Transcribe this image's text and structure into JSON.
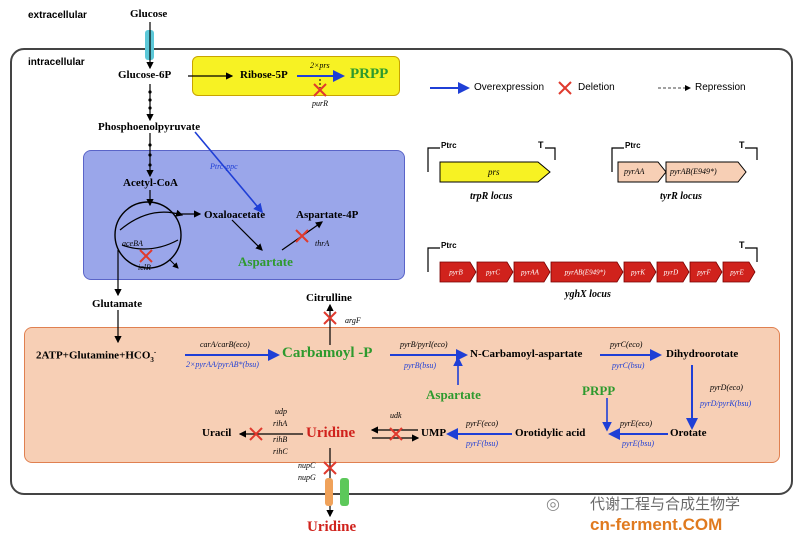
{
  "labels": {
    "extracellular": "extracellular",
    "intracellular": "intracellular",
    "glucose": "Glucose",
    "glucose6p": "Glucose-6P",
    "ribose5p": "Ribose-5P",
    "prs2": "2×prs",
    "prpp": "PRPP",
    "purR": "purR",
    "pep": "Phosphoenolpyruvate",
    "ppc": "Ptrc-ppc",
    "acetylcoa": "Acetyl-CoA",
    "oxaloacetate": "Oxaloacetate",
    "aspartate4p": "Aspartate-4P",
    "thrA": "thrA",
    "aspartate": "Aspartate",
    "aceBA": "aceBA",
    "iclR": "iclR",
    "glutamate": "Glutamate",
    "citrulline": "Citrulline",
    "argF": "argF",
    "substrates": "2ATP+Glutamine+HCO",
    "hco_sup": "3",
    "hco_minus": "-",
    "carAB": "carA/carB(eco)",
    "pyrAA": "2×pyrAA/pyrAB*(bsu)",
    "carbamoylp": "Carbamoyl -P",
    "pyrBI": "pyrB/pyrI(eco)",
    "pyrBbsu": "pyrB(bsu)",
    "ncarbamoyl": "N-Carbamoyl-aspartate",
    "pyrCeco": "pyrC(eco)",
    "pyrCbsu": "pyrC(bsu)",
    "dihydroorotate": "Dihydroorotate",
    "aspartate2": "Aspartate",
    "prpp2": "PRPP",
    "pyrDeco": "pyrD(eco)",
    "pyrDbsu": "pyrD/pyrK(bsu)",
    "pyrEeco": "pyrE(eco)",
    "pyrEbsu": "pyrE(bsu)",
    "orotate": "Orotate",
    "orotidylic": "Orotidylic acid",
    "pyrFeco": "pyrF(eco)",
    "pyrFbsu": "pyrF(bsu)",
    "ump": "UMP",
    "udk": "udk",
    "uridine": "Uridine",
    "uracil": "Uracil",
    "udp": "udp",
    "rihA": "rihA",
    "rihB": "rihB",
    "rihC": "rihC",
    "nupC": "nupC",
    "nupG": "nupG",
    "uridine_out": "Uridine"
  },
  "legend": {
    "overexpression": "Overexpression",
    "deletion": "Deletion",
    "repression": "Repression"
  },
  "loci": {
    "trp_promoter": "Ptrc",
    "trp_gene": "prs",
    "trp_t": "T",
    "trp_name": "trpR locus",
    "tyr_promoter": "Ptrc",
    "tyr_gene1": "pyrAA",
    "tyr_gene2": "pyrAB(E949*)",
    "tyr_t": "T",
    "tyr_name": "tyrR locus",
    "ygh_promoter": "Ptrc",
    "ygh_t": "T",
    "ygh_name": "yghX locus",
    "ygh_genes": [
      "pyrB",
      "pyrC",
      "pyrAA",
      "pyrAB(E949*)",
      "pyrK",
      "pyrD",
      "pyrF",
      "pyrE"
    ]
  },
  "watermark": {
    "text": "代谢工程与合成生物学",
    "site": "cn-ferment.COM"
  },
  "colors": {
    "blue": "#1f3fd6",
    "green": "#2e9a2e",
    "red": "#d0221c",
    "yellow_box": "#f7f223",
    "blue_box": "#9aa6ea",
    "orange_box": "#f7cfb5"
  }
}
